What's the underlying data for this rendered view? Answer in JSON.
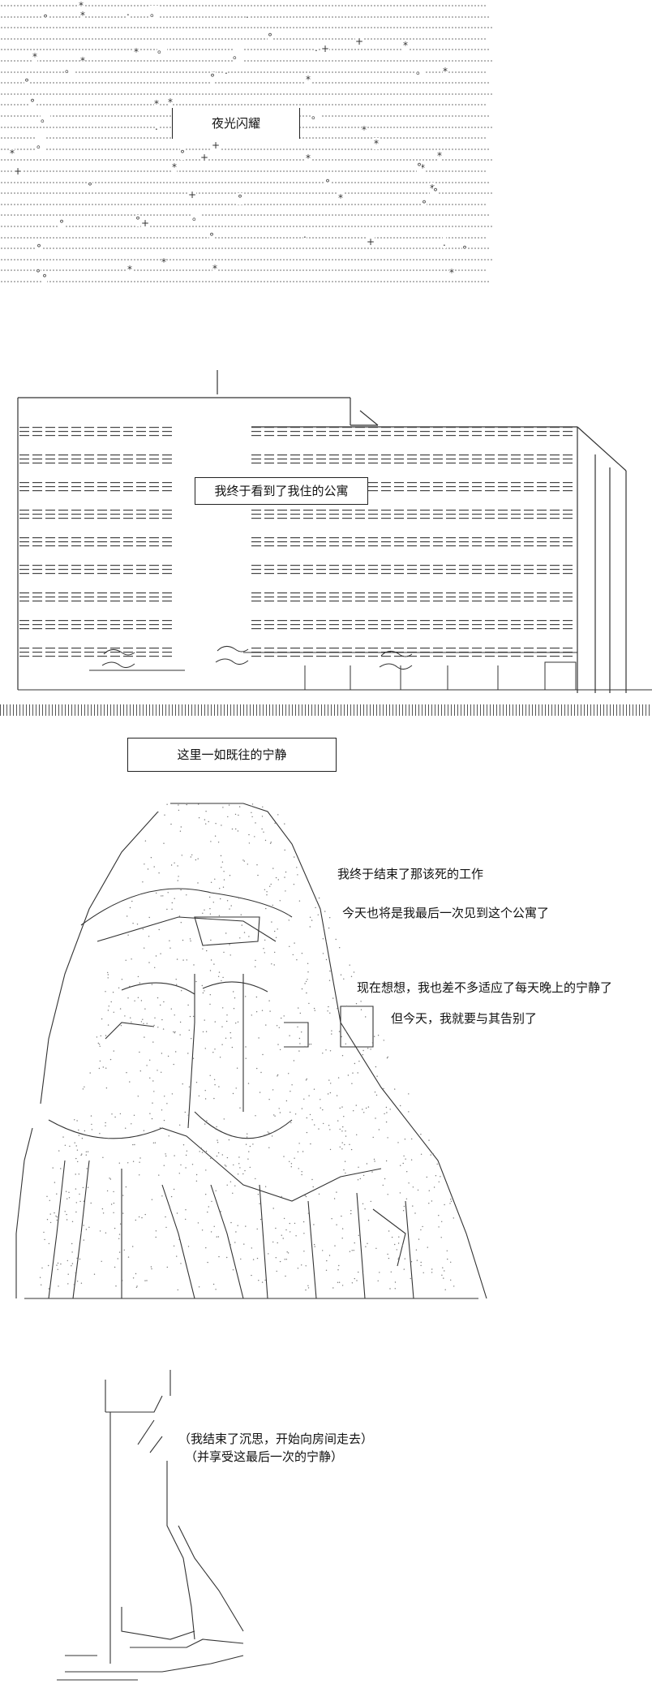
{
  "panel1": {
    "caption": "夜光闪耀"
  },
  "panel2": {
    "caption": "我终于看到了我住的公寓"
  },
  "panel3": {
    "caption": "这里一如既往的宁静",
    "lines": [
      "我终于结束了那该死的工作",
      "今天也将是我最后一次见到这个公寓了",
      "现在想想，我也差不多适应了每天晚上的宁静了",
      "但今天，我就要与其告别了"
    ]
  },
  "panel4": {
    "lines": [
      "（我结束了沉思，开始向房间走去）",
      "（并享受这最后一次的宁静）"
    ]
  },
  "colors": {
    "ink": "#111111",
    "background": "#ffffff"
  }
}
